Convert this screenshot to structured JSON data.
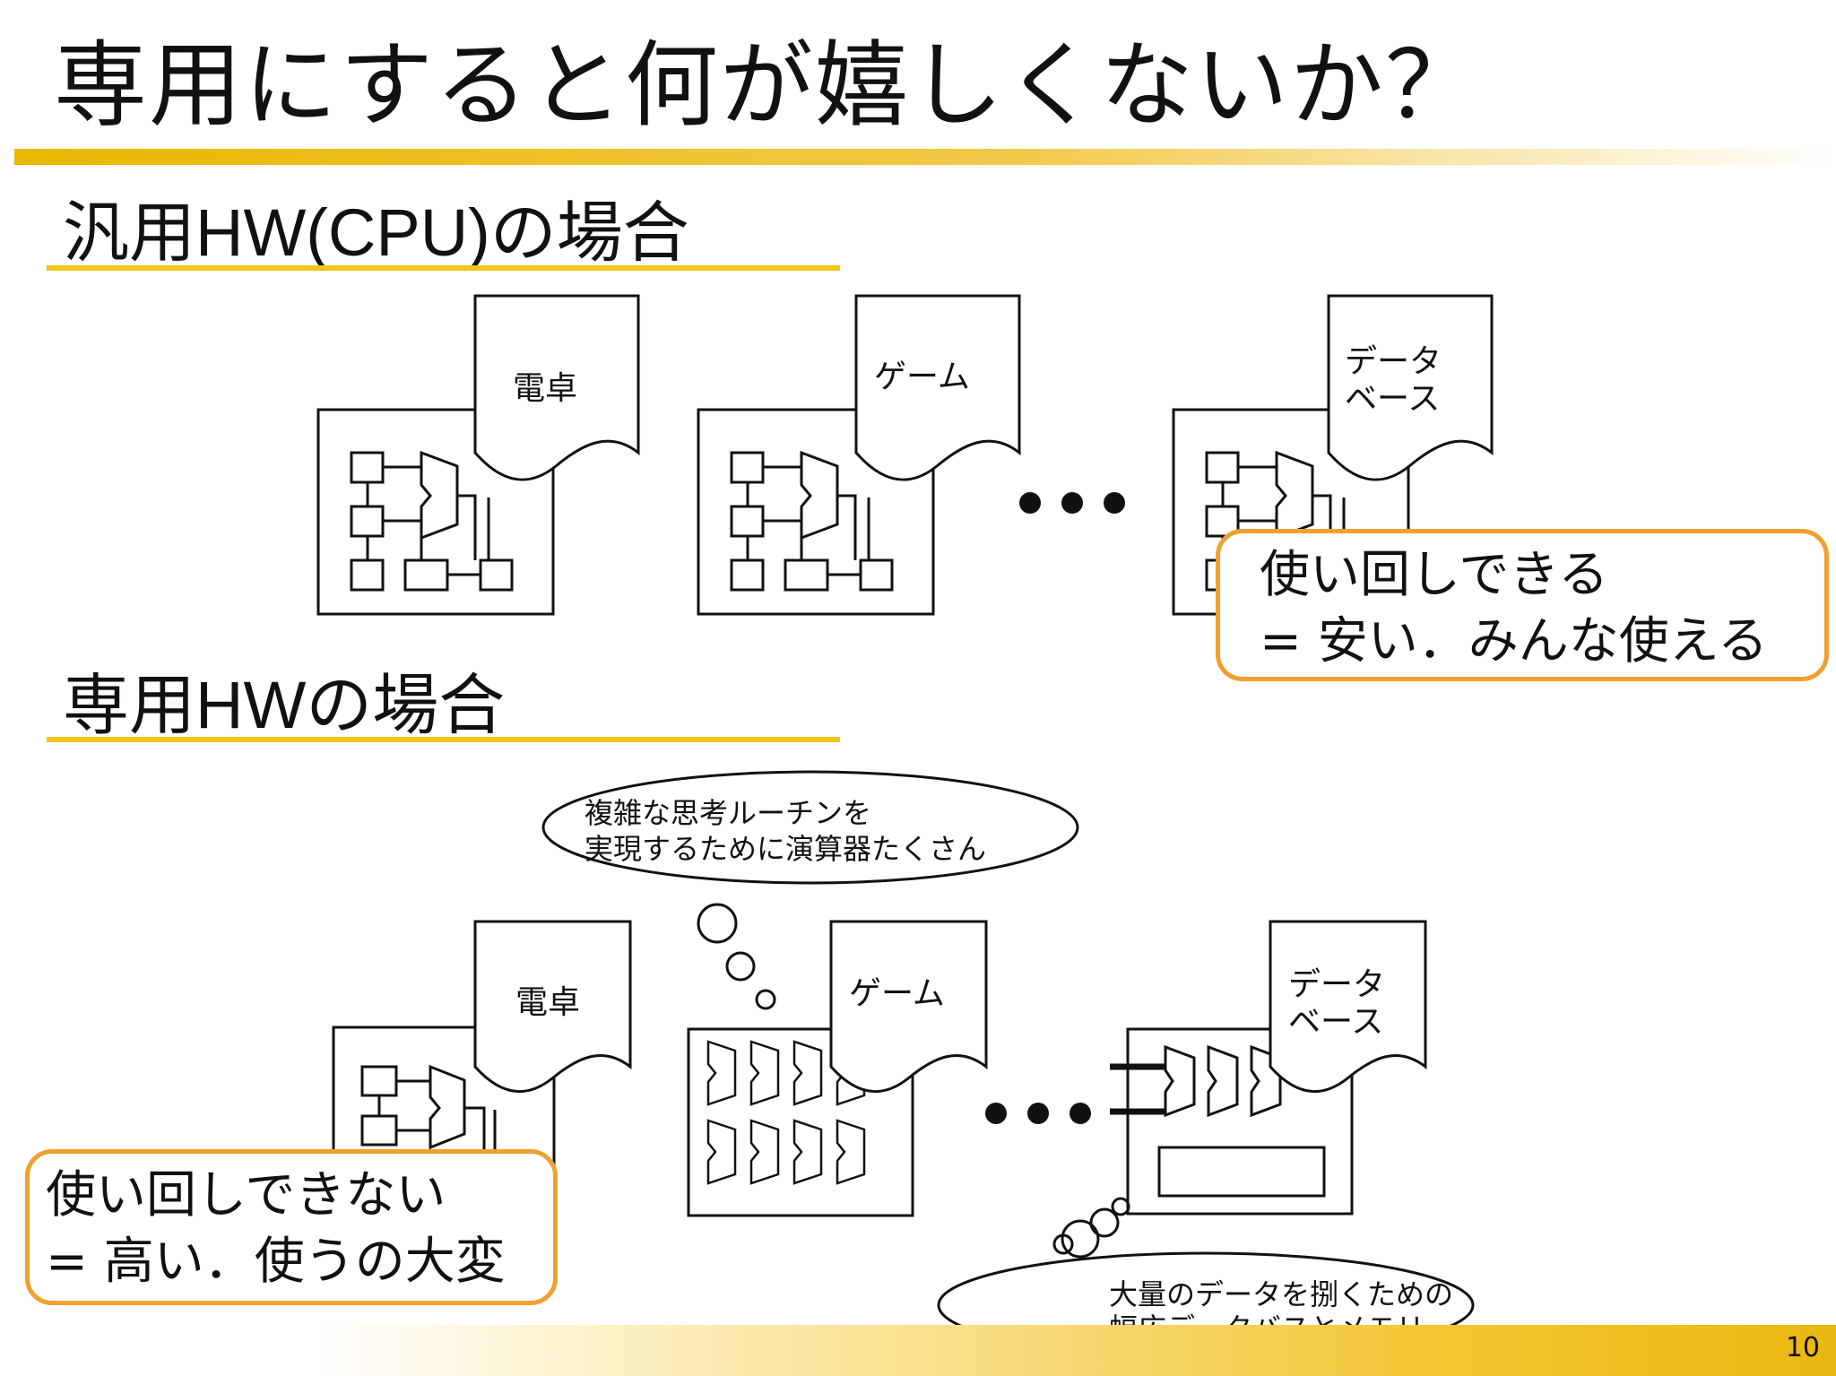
{
  "slide": {
    "title": "専用にすると何が嬉しくないか？",
    "page_number": "10"
  },
  "general": {
    "heading": "汎用HW(CPU)の場合",
    "docs": [
      "電卓",
      "ゲーム",
      "データ\nベース"
    ],
    "ellipsis": "•••",
    "callout": {
      "line1": "使い回しできる",
      "line2": "= 安い．みんな使える"
    }
  },
  "dedicated": {
    "heading": "専用HWの場合",
    "docs": [
      "電卓",
      "ゲーム",
      "データ\nベース"
    ],
    "thought_top": {
      "line1": "複雑な思考ルーチンを",
      "line2": "実現するために演算器たくさん"
    },
    "thought_bottom": {
      "line1": "大量のデータを捌くための",
      "line2": "幅広データバスとメモリ"
    },
    "callout": {
      "line1": "使い回しできない",
      "line2": "= 高い．使うの大変"
    }
  },
  "colors": {
    "accent": "#f0c419",
    "callout_border": "#f0a030",
    "ink": "#111111"
  }
}
